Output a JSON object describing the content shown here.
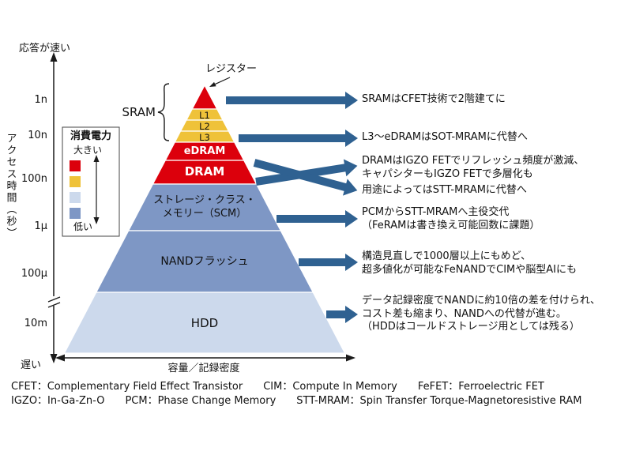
{
  "colors": {
    "red": "#dc000c",
    "yellow": "#efc239",
    "mid_blue": "#7e97c5",
    "light_blue": "#ccd9ec",
    "arrow": "#2f6191"
  },
  "axes": {
    "fast_label": "応答が速い",
    "slow_label": "遅い",
    "y_title": "アクセス時間（秒）",
    "x_title": "容量／記録密度",
    "ticks": [
      "1n",
      "10n",
      "100n",
      "1μ",
      "100μ",
      "10m"
    ]
  },
  "legend": {
    "title": "消費電力",
    "high": "大きい",
    "low": "低い",
    "swatches": [
      "#dc000c",
      "#efc239",
      "#ccd9ec",
      "#7e97c5"
    ]
  },
  "pyramid": {
    "register": "レジスター",
    "sram": "SRAM",
    "layers": {
      "l1": "L1",
      "l2": "L2",
      "l3": "L3",
      "edram": "eDRAM",
      "dram": "DRAM",
      "scm": "ストレージ・クラス・\nメモリー（SCM）",
      "nand": "NANDフラッシュ",
      "hdd": "HDD"
    }
  },
  "annotations": {
    "sram": "SRAMはCFET技術で2階建てに",
    "l3_edram": "L3～eDRAMはSOT-MRAMに代替へ",
    "dram": "DRAMはIGZO FETでリフレッシュ頻度が激減、\nキャパシターもIGZO FETで多層化も",
    "dram_stt": "用途によってはSTT-MRAMに代替へ",
    "scm": "PCMからSTT-MRAMへ主役交代\n（FeRAMは書き換え可能回数に課題）",
    "nand": "構造見直しで1000層以上にもめど、\n超多値化が可能なFeNANDでCIMや脳型AIにも",
    "hdd": "データ記録密度でNANDに約10倍の差を付けられ、\nコスト差も縮まり、NANDへの代替が進む。\n（HDDはコールドストレージ用としては残る）"
  },
  "footnotes": [
    "CFET：Complementary Field Effect Transistor　　CIM：Compute In Memory　　FeFET：Ferroelectric FET",
    "IGZO：In-Ga-Zn-O　　PCM：Phase Change Memory　　STT-MRAM：Spin Transfer Torque-Magnetoresistive RAM"
  ]
}
